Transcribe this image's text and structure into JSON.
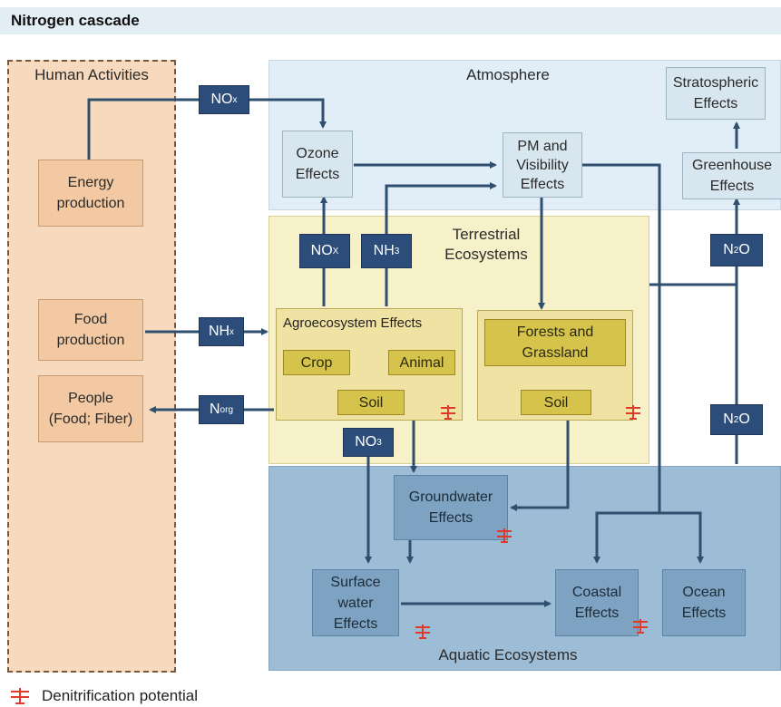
{
  "title": "Nitrogen cascade",
  "regions": {
    "human": "Human Activities",
    "atmosphere": "Atmosphere",
    "terrestrial": "Terrestrial\nEcosystems",
    "aquatic": "Aquatic Ecosystems"
  },
  "boxes": {
    "energy": "Energy\nproduction",
    "food": "Food\nproduction",
    "people": "People\n(Food; Fiber)",
    "ozone": "Ozone\nEffects",
    "pm": "PM and\nVisibility\nEffects",
    "stratospheric": "Stratospheric\nEffects",
    "greenhouse": "Greenhouse\nEffects",
    "agro": "Agroecosystem Effects",
    "crop": "Crop",
    "animal": "Animal",
    "soil_agro": "Soil",
    "forests": "Forests and\nGrassland",
    "soil_forest": "Soil",
    "groundwater": "Groundwater\nEffects",
    "surface": "Surface water\nEffects",
    "coastal": "Coastal\nEffects",
    "ocean": "Ocean\nEffects"
  },
  "tags": {
    "nox_top": {
      "main": "NO",
      "sub": "x"
    },
    "nox_terr": {
      "main": "NO",
      "sub": "X"
    },
    "nh3": {
      "main": "NH",
      "sub": "3"
    },
    "nhx": {
      "main": "NH",
      "sub": "x"
    },
    "norg": {
      "main": "N",
      "sub": "org"
    },
    "no3": {
      "main": "NO",
      "sub": "3"
    },
    "n2o_top": {
      "main": "N",
      "sub": "2",
      "rest": "O"
    },
    "n2o_bottom": {
      "main": "N",
      "sub": "2",
      "rest": "O"
    }
  },
  "legend": {
    "label": "Denitrification potential",
    "icon": "denitrification-icon",
    "color": "#e03a2a"
  },
  "colors": {
    "arrow": "#2f4f6f",
    "tag": "#2c4d7a"
  }
}
